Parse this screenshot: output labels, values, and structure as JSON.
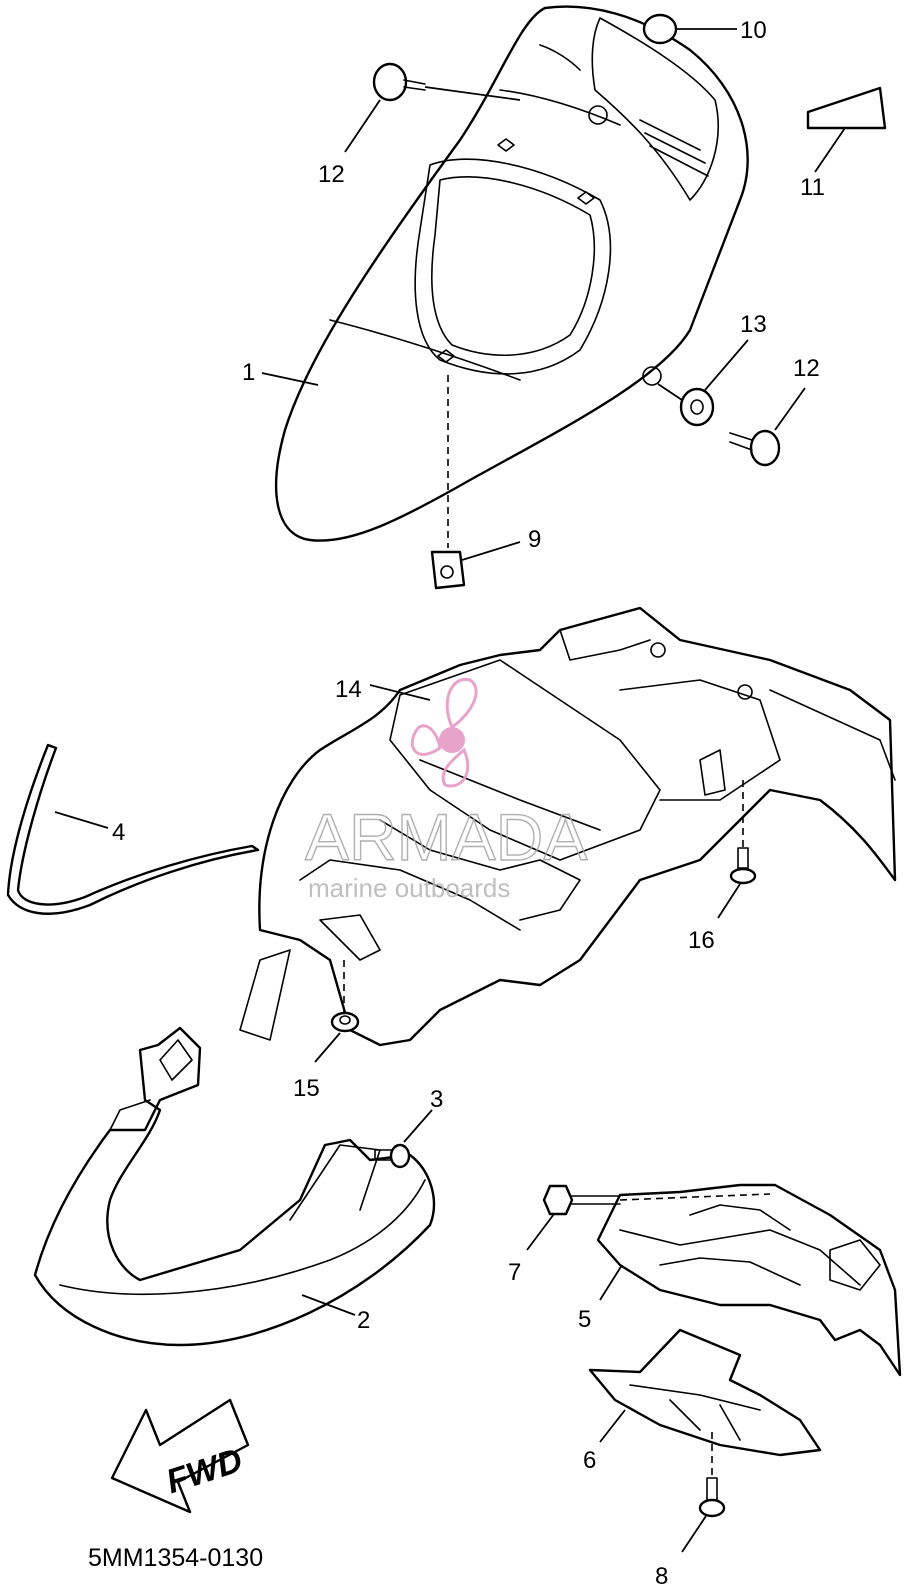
{
  "diagram_code": "5MM1354-0130",
  "direction_arrow": {
    "label": "FWD"
  },
  "watermark": {
    "brand": "ARMADA",
    "tagline": "marine outboards",
    "color": "#e59ac4"
  },
  "callouts": {
    "c1": "1",
    "c2": "2",
    "c3": "3",
    "c4": "4",
    "c5": "5",
    "c6": "6",
    "c7": "7",
    "c8": "8",
    "c9": "9",
    "c10": "10",
    "c11": "11",
    "c12a": "12",
    "c12b": "12",
    "c13": "13",
    "c14": "14",
    "c15": "15",
    "c16": "16"
  },
  "parts": [
    "top-cover",
    "rear-cover",
    "screw",
    "seal-strip",
    "hood-bracket",
    "plate",
    "bolt",
    "screw",
    "nut",
    "cap",
    "label",
    "screw",
    "grommet",
    "hood-liner",
    "nut",
    "screw"
  ]
}
